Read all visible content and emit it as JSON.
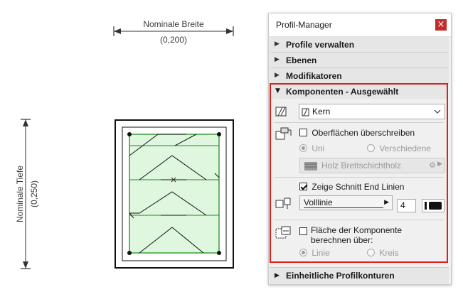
{
  "drawing": {
    "width_label": "Nominale Breite",
    "width_value": "(0,200)",
    "depth_label": "Nominale Tiefe",
    "depth_value": "(0,250)"
  },
  "panel": {
    "title": "Profil-Manager",
    "close_glyph": "×",
    "sections": [
      {
        "label": "Profile verwalten",
        "expanded": false
      },
      {
        "label": "Ebenen",
        "expanded": false
      },
      {
        "label": "Modifikatoren",
        "expanded": false
      }
    ],
    "active_section": {
      "label": "Komponenten - Ausgewählt",
      "material_select": "Kern",
      "override_surfaces_label": "Oberflächen überschreiben",
      "override_surfaces_checked": false,
      "radio_uni": "Uni",
      "radio_various": "Verschiedene",
      "surface_material": "Holz Brettschichtholz",
      "show_cut_end_lines_label": "Zeige Schnitt End Linien",
      "show_cut_end_lines_checked": true,
      "line_type": "Volllinie",
      "pen_number": "4",
      "compute_area_label": "Fläche der Komponente berechnen über:",
      "compute_area_checked": false,
      "radio_line": "Linie",
      "radio_circle": "Kreis"
    },
    "bottom_section": {
      "label": "Einheitliche Profilkonturen",
      "expanded": false
    }
  },
  "colors": {
    "accent_red": "#e21d1d",
    "hatch_fill": "#dff6df",
    "hatch_line": "#1f8f1f"
  }
}
